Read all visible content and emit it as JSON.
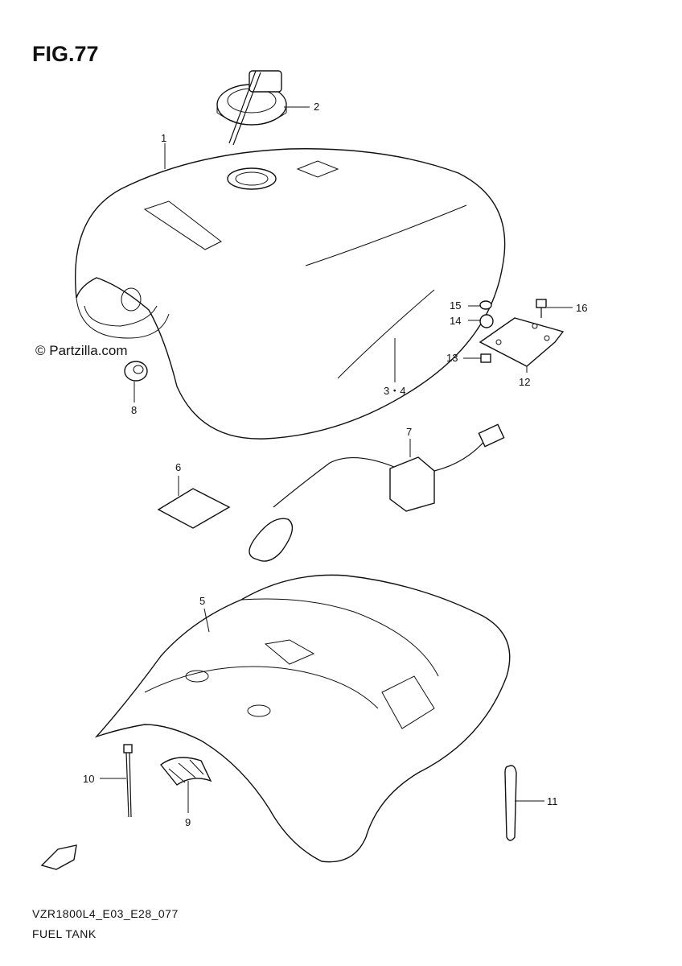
{
  "figure": {
    "title": "FIG.77"
  },
  "watermark": "© Partzilla.com",
  "footer": {
    "code": "VZR1800L4_E03_E28_077",
    "name": "FUEL TANK"
  },
  "callouts": [
    {
      "id": "c2",
      "label": "2"
    },
    {
      "id": "c1",
      "label": "1"
    },
    {
      "id": "c15",
      "label": "15"
    },
    {
      "id": "c16",
      "label": "16"
    },
    {
      "id": "c14",
      "label": "14"
    },
    {
      "id": "c13",
      "label": "13"
    },
    {
      "id": "c12",
      "label": "12"
    },
    {
      "id": "c34",
      "label": "3・4"
    },
    {
      "id": "c8",
      "label": "8"
    },
    {
      "id": "c7",
      "label": "7"
    },
    {
      "id": "c6",
      "label": "6"
    },
    {
      "id": "c5",
      "label": "5"
    },
    {
      "id": "c10",
      "label": "10"
    },
    {
      "id": "c9",
      "label": "9"
    },
    {
      "id": "c11",
      "label": "11"
    }
  ]
}
